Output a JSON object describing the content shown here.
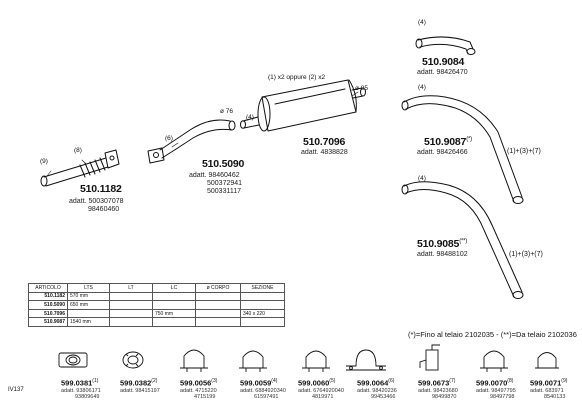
{
  "labels": {
    "n9_left": "(9)",
    "n8": "(8)",
    "n6": "(6)",
    "n4_mid": "(4)",
    "phi76": "ø 76",
    "x2": "(1) x2 oppure (2) x2",
    "phi85": "ø 85",
    "n4_top": "(4)",
    "n4_mid_right": "(4)",
    "n4_low": "(4)"
  },
  "parts": {
    "p1182": {
      "code": "510.1182",
      "adapt1": "adatt. 500307078",
      "adapt2": "98460460"
    },
    "p5090": {
      "code": "510.5090",
      "adapt1": "adatt. 98460462",
      "adapt2": "500372941",
      "adapt3": "500331117"
    },
    "p7096": {
      "code": "510.7096",
      "adapt1": "adatt. 4838828"
    },
    "p9084": {
      "code": "510.9084",
      "adapt1": "adatt. 98426470"
    },
    "p9087": {
      "code": "510.9087",
      "sup": "(*)",
      "adapt1": "adatt. 98426466",
      "kit": "(1)+(3)+(7)"
    },
    "p9085": {
      "code": "510.9085",
      "sup": "(**)",
      "adapt1": "adatt. 98488102",
      "kit": "(1)+(3)+(7)"
    }
  },
  "table": {
    "headers": [
      "ARTICOLO",
      "LTS",
      "LT",
      "LC",
      "ø CORPO",
      "SEZIONE"
    ],
    "rows": [
      [
        "510.1182",
        "570 mm",
        "",
        "",
        "",
        ""
      ],
      [
        "510.5090",
        "650 mm",
        "",
        "",
        "",
        ""
      ],
      [
        "510.7096",
        "",
        "",
        "750 mm",
        "",
        "340 x 220"
      ],
      [
        "510.9087",
        "1540 mm",
        "",
        "",
        "",
        ""
      ]
    ]
  },
  "legend": "(*)=Fino al telaio 2102035  -  (**)=Da telaio 2102036",
  "bottom_parts": [
    {
      "code": "599.0381",
      "n": "(1)",
      "a1": "adatt. 93806171",
      "a2": "93809649",
      "icon": "flange-icon"
    },
    {
      "code": "599.0382",
      "n": "(2)",
      "a1": "adatt. 98415197",
      "a2": "",
      "icon": "gasket-icon"
    },
    {
      "code": "599.0056",
      "n": "(3)",
      "a1": "adatt. 4715220",
      "a2": "4715199",
      "icon": "clamp-icon"
    },
    {
      "code": "599.0059",
      "n": "(4)",
      "a1": "adatt. 6884920340",
      "a2": "61597491",
      "icon": "clamp-icon"
    },
    {
      "code": "599.0060",
      "n": "(5)",
      "a1": "adatt. 6764920040",
      "a2": "4819971",
      "icon": "clamp-icon"
    },
    {
      "code": "599.0064",
      "n": "(6)",
      "a1": "adatt. 98420236",
      "a2": "99453466",
      "icon": "bracket-icon"
    },
    {
      "code": "599.0673",
      "n": "(7)",
      "a1": "adatt. 98423680",
      "a2": "98499870",
      "icon": "hanger-icon"
    },
    {
      "code": "599.0070",
      "n": "(8)",
      "a1": "adatt. 98497795",
      "a2": "98497798",
      "icon": "clamp-icon"
    },
    {
      "code": "599.0071",
      "n": "(9)",
      "a1": "adatt. 683971",
      "a2": "8540133",
      "icon": "clamp-icon"
    }
  ],
  "footer_code": "IV137"
}
